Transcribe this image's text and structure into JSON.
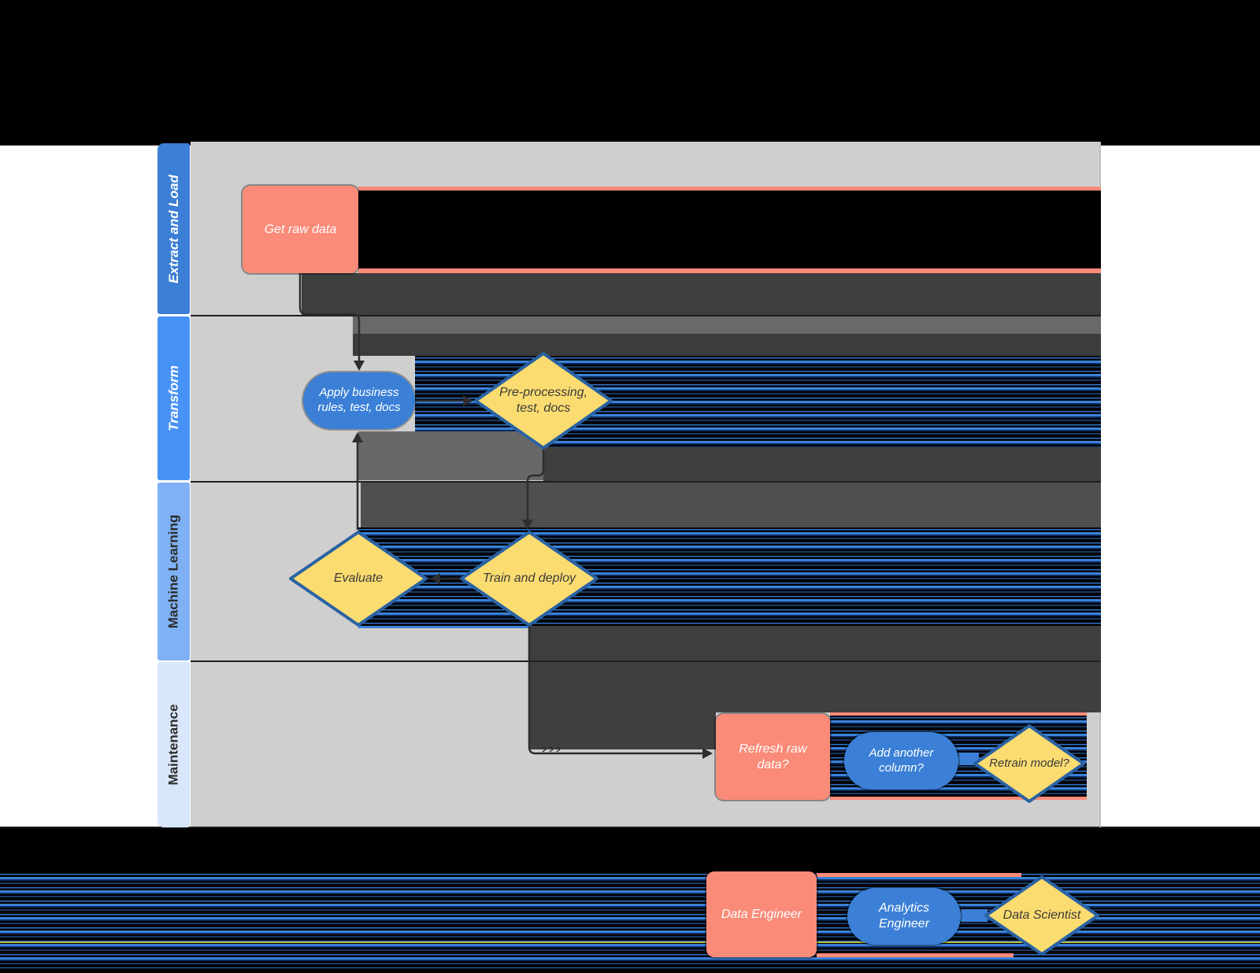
{
  "lanes": [
    {
      "label": "Extract and Load"
    },
    {
      "label": "Transform"
    },
    {
      "label": "Machine Learning"
    },
    {
      "label": "Maintenance"
    }
  ],
  "nodes": {
    "get_raw_data": {
      "label": "Get raw data",
      "role": "Data Engineer"
    },
    "apply_business_rules": {
      "label": "Apply business rules, test, docs",
      "role": "Analytics Engineer"
    },
    "preprocessing": {
      "label": "Pre-processing, test, docs",
      "role": "Data Scientist"
    },
    "evaluate": {
      "label": "Evaluate",
      "role": "Data Scientist"
    },
    "train_deploy": {
      "label": "Train and deploy",
      "role": "Data Scientist"
    },
    "refresh_raw_data": {
      "label": "Refresh raw data?",
      "role": "Data Engineer"
    },
    "add_column": {
      "label": "Add another column?",
      "role": "Analytics Engineer"
    },
    "retrain_model": {
      "label": "Retrain model?",
      "role": "Data Scientist"
    }
  },
  "edges": {
    "train_to_refresh_label": "???"
  },
  "legend": {
    "data_engineer": {
      "label": "Data Engineer"
    },
    "analytics_engineer": {
      "label": "Analytics Engineer"
    },
    "data_scientist": {
      "label": "Data Scientist"
    }
  },
  "colors": {
    "salmon": "#fa8b78",
    "blue": "#3b80d6",
    "yellow_fill": "#fbdc71",
    "yellow_border": "#2a62a3",
    "lane_extract_and_load": "#3c7fd6",
    "lane_transform": "#4792f5",
    "lane_machine_learning": "#7fb2f4",
    "lane_maintenance": "#d9e7fb",
    "canvas_gray": "#cfcfcf",
    "connector": "#2e2e2e",
    "page_background": "#000000"
  }
}
